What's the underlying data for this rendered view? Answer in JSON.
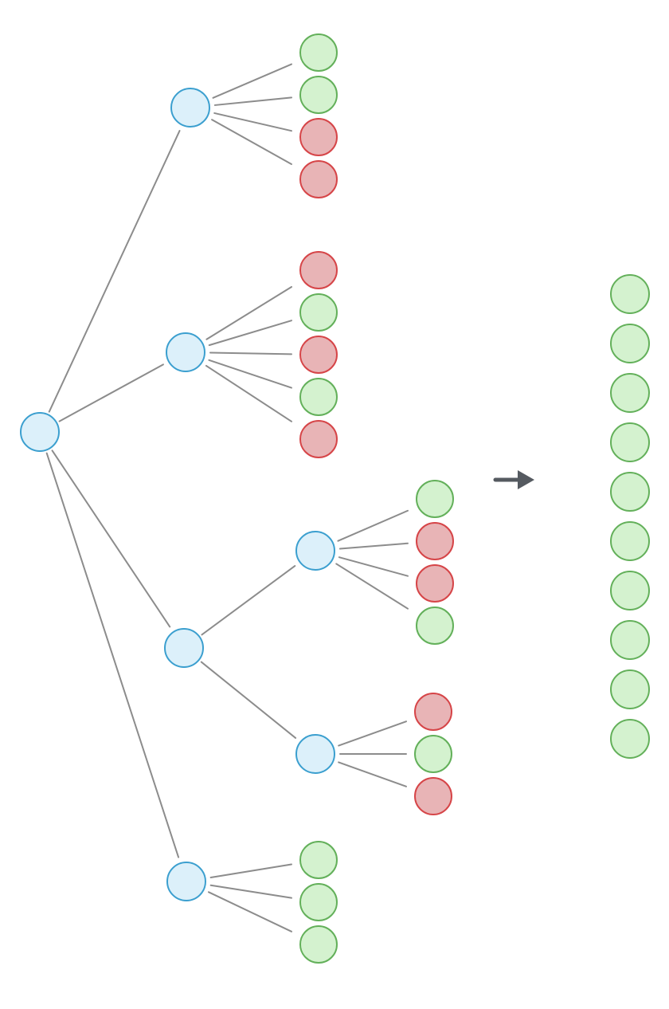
{
  "colors": {
    "internal_fill": "#dcf0fa",
    "internal_stroke": "#3b9fcf",
    "good_fill": "#d4f2cf",
    "good_stroke": "#63b05a",
    "bad_fill": "#e8b4b6",
    "bad_stroke": "#d64548",
    "edge": "#8c8c8c",
    "arrow": "#555a60"
  },
  "tree": {
    "root": {
      "children": [
        {
          "leaves": [
            "good",
            "good",
            "bad",
            "bad"
          ]
        },
        {
          "leaves": [
            "bad",
            "good",
            "bad",
            "good",
            "bad"
          ]
        },
        {
          "children": [
            {
              "leaves": [
                "good",
                "bad",
                "bad",
                "good"
              ]
            },
            {
              "leaves": [
                "bad",
                "good",
                "bad"
              ]
            }
          ]
        },
        {
          "leaves": [
            "good",
            "good",
            "good"
          ]
        }
      ]
    }
  },
  "arrow": {
    "icon": "right-arrow-icon"
  },
  "result": {
    "leaves": [
      "good",
      "good",
      "good",
      "good",
      "good",
      "good",
      "good",
      "good",
      "good",
      "good"
    ]
  }
}
